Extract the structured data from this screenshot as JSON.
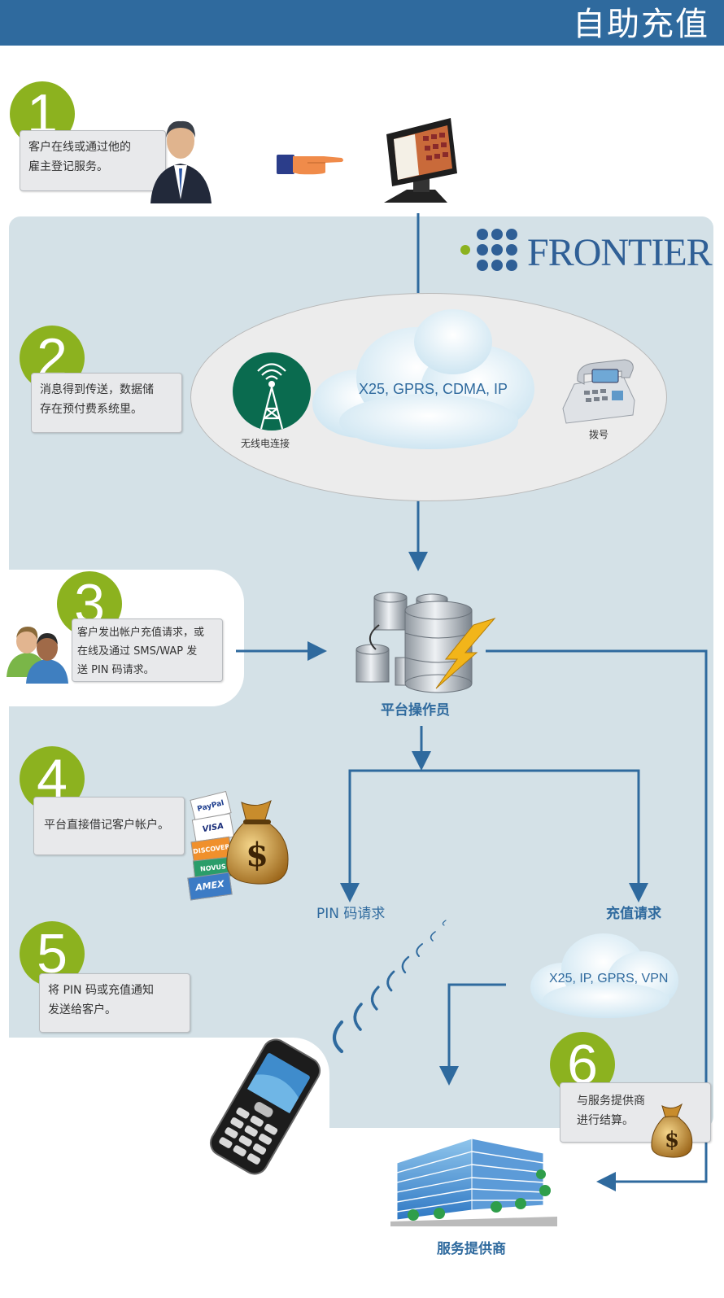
{
  "header": {
    "title": "自助充值"
  },
  "brand": {
    "name": "FRONTIER"
  },
  "steps": [
    {
      "number": "1",
      "lines": [
        "客户在线或通过他的",
        "雇主登记服务。"
      ]
    },
    {
      "number": "2",
      "lines": [
        "消息得到传送，数据储",
        "存在预付费系统里。"
      ]
    },
    {
      "number": "3",
      "lines": [
        "客户发出帐户充值请求，或",
        "在线及通过 SMS/WAP 发",
        "送 PIN 码请求。"
      ]
    },
    {
      "number": "4",
      "lines": [
        "平台直接借记客户帐户。"
      ]
    },
    {
      "number": "5",
      "lines": [
        "将 PIN 码或充值通知",
        "发送给客户。"
      ]
    },
    {
      "number": "6",
      "lines": [
        "与服务提供商",
        "进行结算。"
      ]
    }
  ],
  "network": {
    "cloud_label": "X25, GPRS, CDMA, IP",
    "wireless_label": "无线电连接",
    "dialup_label": "拨号"
  },
  "platform": {
    "label": "平台操作员"
  },
  "branches": {
    "pin": "PIN 码请求",
    "recharge": "充值请求"
  },
  "cloud2": {
    "label": "X25, IP, GPRS, VPN"
  },
  "provider": {
    "label": "服务提供商"
  },
  "cards": [
    "PayPal",
    "VISA",
    "DISCOVER",
    "NOVUS",
    "AMEX"
  ],
  "colors": {
    "header": "#2f6a9e",
    "panel": "#d4e1e7",
    "accent_green": "#8cb21f",
    "flow_blue": "#2f6a9e"
  }
}
